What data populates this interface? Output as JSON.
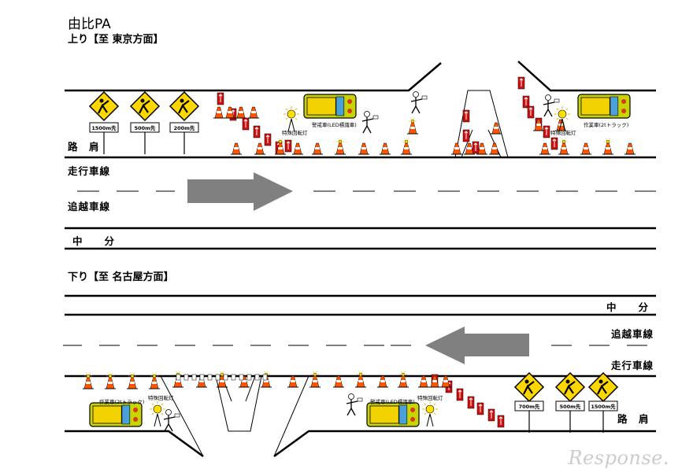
{
  "title": "由比PA",
  "up": {
    "heading": "上り【至 東京方面】",
    "lane_shoulder": "路　肩",
    "lane_travel": "走行車線",
    "lane_passing": "追越車線",
    "median": "中　　分",
    "signs": [
      "1500m先",
      "500m先",
      "200m先"
    ],
    "rotating_light": "特殊回転灯",
    "warning_vehicle": "警戒車(LED標識車)",
    "work_truck": "作業車(2tトラック)"
  },
  "down": {
    "heading": "下り【至 名古屋方面】",
    "lane_shoulder": "路　肩",
    "lane_travel": "走行車線",
    "lane_passing": "追越車線",
    "median": "中　　分",
    "signs": [
      "700m先",
      "500m先",
      "1500m先"
    ],
    "rotating_light": "特殊回転灯",
    "warning_vehicle": "警戒車(LED標識車)",
    "work_truck": "作業車(2tトラック)"
  },
  "logo": "Response.",
  "colors": {
    "sign_yellow": "#ffd700",
    "cone_orange": "#ff5500",
    "arrow_board_red": "#cc1111",
    "truck_yellow": "#f2d200",
    "lamp_yellow": "#ffe000",
    "arrow_gray": "#808080"
  }
}
